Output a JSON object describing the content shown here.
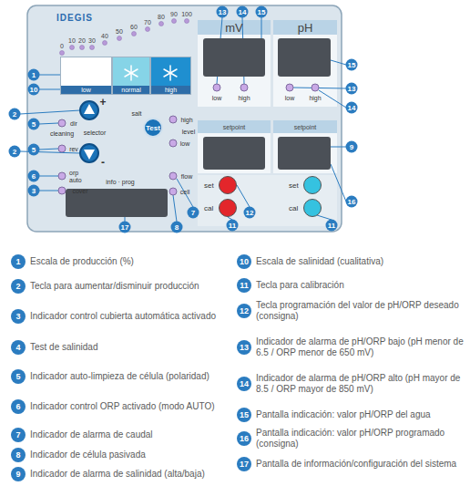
{
  "diagram": {
    "nodes": [
      {
        "text": [
          "low"
        ]
      },
      {
        "text": [
          "normal"
        ]
      },
      {
        "text": [
          "high"
        ]
      },
      {
        "text": [
          "Test"
        ]
      },
      {
        "text": [
          "set"
        ]
      },
      {
        "text": [
          "set"
        ]
      },
      {
        "text": [
          "cal"
        ]
      },
      {
        "text": [
          "cal"
        ]
      }
    ],
    "labels": [
      "13",
      "14",
      "15",
      "IDEGIS",
      "0",
      "10",
      "20",
      "30",
      "40",
      "50",
      "60",
      "70",
      "80",
      "90",
      "100",
      "mV",
      "pH",
      "15",
      "1",
      "13",
      "10",
      "low",
      "high",
      "low",
      "high",
      "14",
      "+",
      "salt",
      "2",
      "dir",
      "5",
      "high",
      "cleaning",
      "selector",
      "level",
      "low",
      "setpoint",
      "setpoint",
      "9",
      "rev",
      "5",
      "2",
      "-",
      "info · prog",
      "6",
      "orp auto",
      "flow",
      "3",
      "cover",
      "cell",
      "16",
      "7",
      "12",
      "11",
      "11",
      "17",
      "8",
      "1",
      "Escala de producción (%)",
      "2",
      "Tecla para aumentar/disminuir producción",
      "3",
      "Indicador control cubierta automática activado",
      "4",
      "Test de salinidad",
      "5",
      "Indicador auto-limpieza de célula (polaridad)",
      "6",
      "Indicador control ORP activado (modo AUTO)",
      "7",
      "Indicador de alarma de caudal",
      "8",
      "Indicador de célula pasivada",
      "9",
      "Indicador de alarma de salinidad (alta/baja)",
      "10",
      "Escala de salinidad (cualitativa)",
      "11",
      "Tecla para calibración",
      "12",
      "Tecla programación del valor de pH/ORP deseado (consigna)",
      "13",
      "Indicador de alarma de pH/ORP bajo (pH menor de 6.5 / ORP menor de 650 mV)",
      "14",
      "Indicador de alarma de pH/ORP alto (pH mayor de 8.5 / ORP mayor de 850 mV)",
      "15",
      "Pantalla indicación: valor pH/ORP del agua",
      "16",
      "Pantalla indicación: valor pH/ORP programado (consigna)",
      "17",
      "Pantalla de información/configuración del sistema"
    ]
  }
}
